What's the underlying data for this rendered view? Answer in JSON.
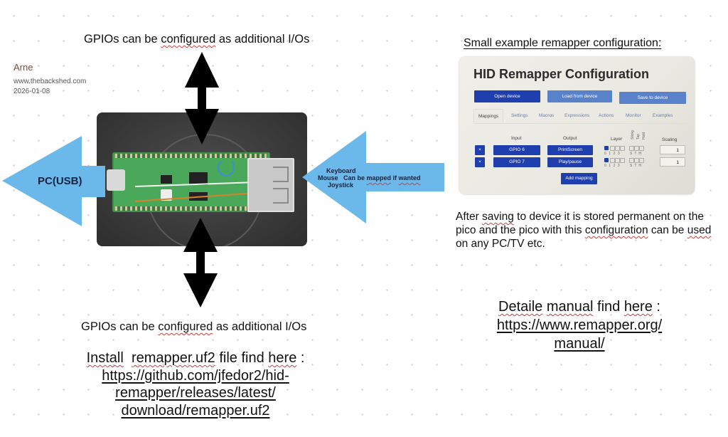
{
  "labels": {
    "gpio_top": [
      "GPIOs can be ",
      "configured",
      " as additional I/Os"
    ],
    "gpio_bottom": [
      "GPIOs can be ",
      "configured",
      " as additional I/Os"
    ],
    "author": "Arne",
    "site": "www.thebackshed.com",
    "date": "2026-01-08"
  },
  "arrows": {
    "pc": {
      "label": "PC(USB)",
      "color": "#6bb8ea",
      "label_color": "#13233f"
    },
    "input": {
      "line1": "Keyboard",
      "line2_a": "Mouse   Can be ",
      "line2_mapped": "mapped",
      "line2_b": " if ",
      "line2_wanted": "wanted",
      "line3": "Joystick",
      "color": "#6bb8ea"
    },
    "gpio_vertical_color": "#000000"
  },
  "photo": {
    "description": "Raspberry Pi Pico with USB-A socket"
  },
  "example": {
    "title": "Small example remapper configuration:",
    "panel": {
      "title": "HID Remapper Configuration",
      "buttons": {
        "open": "Open device",
        "load": "Load from device",
        "save": "Save to device"
      },
      "tabs": [
        "Mappings",
        "Settings",
        "Macros",
        "Expressions",
        "Actions",
        "Monitor",
        "Examples"
      ],
      "active_tab": "Mappings",
      "headers": {
        "input": "Input",
        "output": "Output",
        "layer": "Layer",
        "sticky": "Sticky",
        "tap": "Tap",
        "hold": "Hold",
        "scaling": "Scaling"
      },
      "layer_digits": [
        "0",
        "1",
        "2",
        "3"
      ],
      "sth": [
        "S",
        "T",
        "H"
      ],
      "rows": [
        {
          "delete": "×",
          "input": "GPIO 6",
          "output": "PrintScreen",
          "scaling": "1"
        },
        {
          "delete": "×",
          "input": "GPIO 7",
          "output": "Play/pause",
          "scaling": "1"
        }
      ],
      "add_mapping": "Add mapping"
    }
  },
  "after_text": {
    "p1": "After ",
    "saving": "saving",
    "p2": " to device it is stored permanent on the pico and the pico with this ",
    "configuration": "configuration",
    "p3": " can be ",
    "used": "used",
    "p4": " on any PC/TV etc."
  },
  "manual": {
    "detaile": "Detaile",
    "manual_word": "manual",
    "find": " find ",
    "here": "here",
    "colon": " :",
    "url_1": "https://www.remapper.org/",
    "url_2": "manual/"
  },
  "install": {
    "install_word": "Install",
    "file": "remapper.uf2",
    "find": " file find ",
    "here": "here",
    "colon": " :",
    "url_1": "https://github.com/jfedor2/hid-",
    "url_2": "remapper/releases/latest/",
    "url_3": "download/remapper.uf2"
  }
}
